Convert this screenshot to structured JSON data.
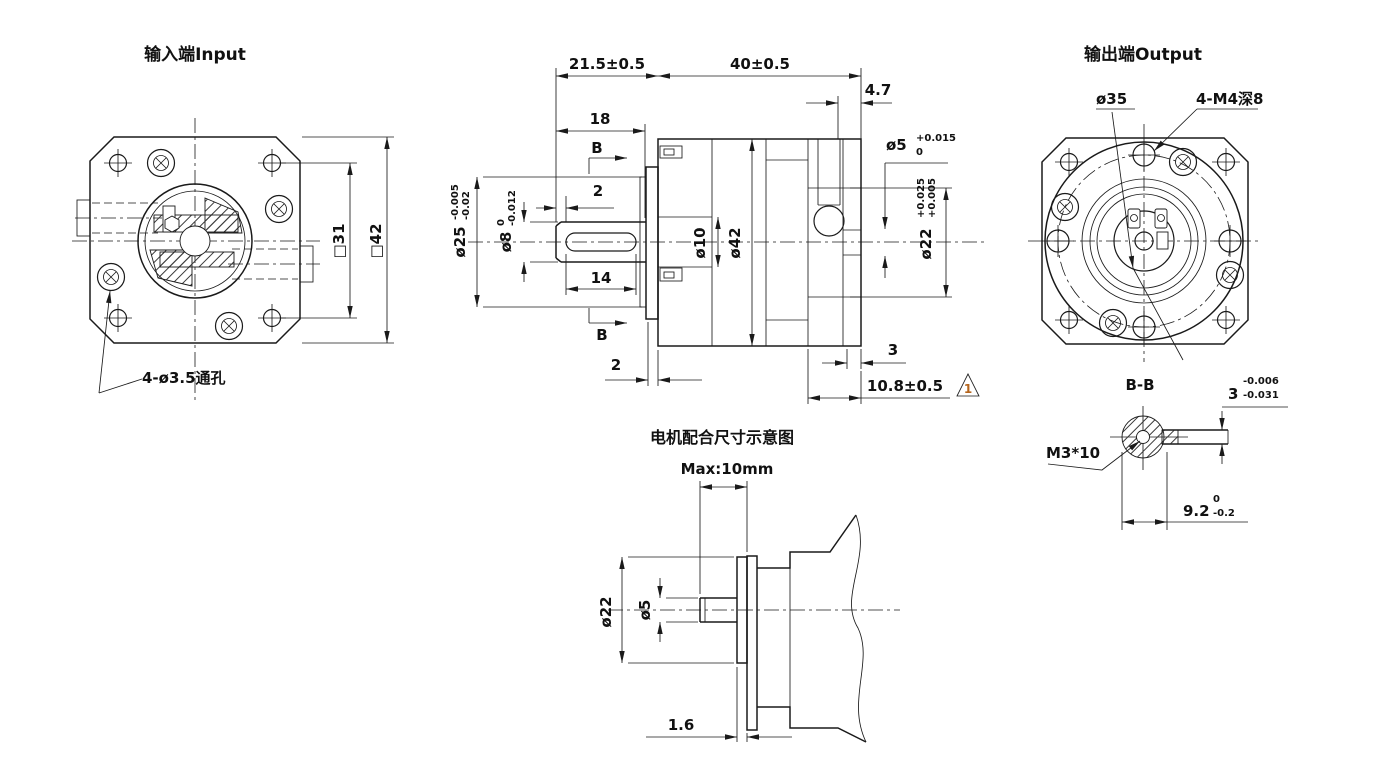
{
  "input_view": {
    "title": "输入端Input",
    "dim_hole_square": "□31",
    "dim_flange_square": "□42",
    "label_through_holes": "4-ø3.5通孔"
  },
  "section_view": {
    "dim_shaft_len": "21.5±0.5",
    "dim_body_len": "40±0.5",
    "dim_rear_lip": "4.7",
    "d5": {
      "main": "ø5",
      "up": "+0.015",
      "dn": "0"
    },
    "dim_18": "18",
    "section_label": "B",
    "dim_2_front": "2",
    "dim_2_flange": "2",
    "d25": {
      "main": "ø25",
      "up": "-0.005",
      "dn": "-0.02"
    },
    "d8": {
      "main": "ø8",
      "up": "0",
      "dn": "-0.012"
    },
    "dim_14": "14",
    "d10": "ø10",
    "d42": "ø42",
    "d22": {
      "main": "ø22",
      "up": "+0.025",
      "dn": "+0.005"
    },
    "dim_3": "3",
    "dim_10_8": "10.8±0.5",
    "rev_mark": "1"
  },
  "output_view": {
    "title": "输出端Output",
    "d35": "ø35",
    "label_m4_holes": "4-M4深8"
  },
  "bb_section": {
    "title": "B-B",
    "label_m3": "M3*10",
    "d3": {
      "main": "3",
      "up": "-0.006",
      "dn": "-0.031"
    },
    "d9_2": {
      "main": "9.2",
      "up": "0",
      "dn": "-0.2"
    }
  },
  "motor_view": {
    "title": "电机配合尺寸示意图",
    "label_max": "Max:10mm",
    "d22": "ø22",
    "d5": "ø5",
    "dim_1_6": "1.6"
  }
}
